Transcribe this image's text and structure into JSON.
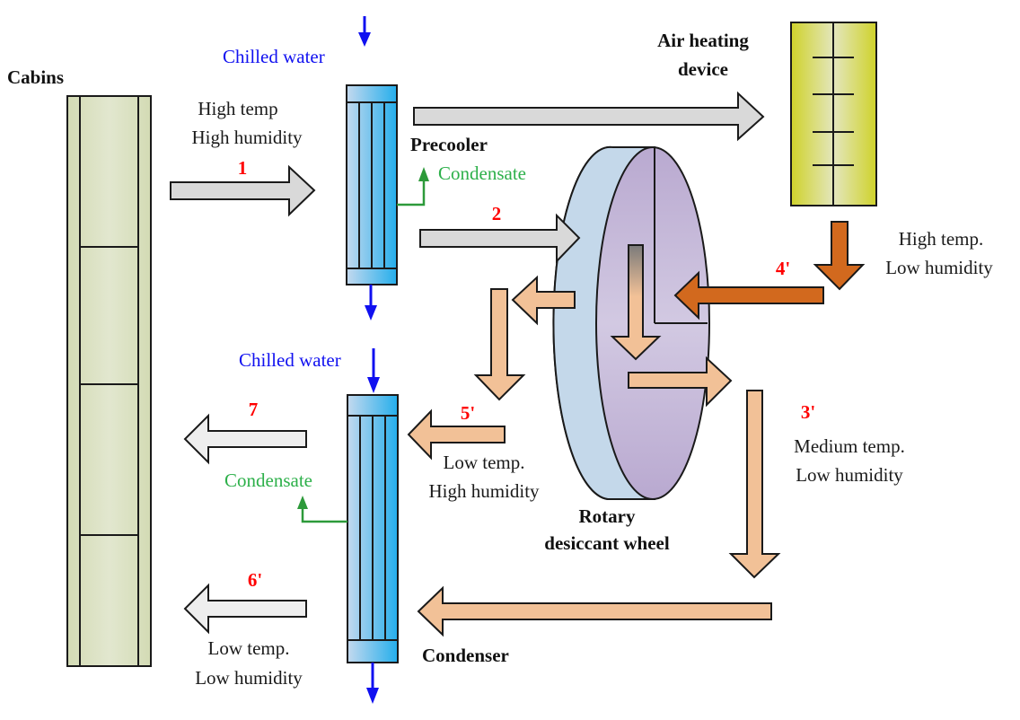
{
  "title": "Rotary desiccant wheel dehumidification system for cabins",
  "components": {
    "cabins": "Cabins",
    "precooler": "Precooler",
    "air_heater_line1": "Air heating",
    "air_heater_line2": "device",
    "wheel_line1": "Rotary",
    "wheel_line2": "desiccant wheel",
    "condenser": "Condenser"
  },
  "utilities": {
    "chilled_water_top": "Chilled water",
    "chilled_water_bottom": "Chilled water",
    "condensate_top": "Condensate",
    "condensate_bottom": "Condensate"
  },
  "streams": [
    {
      "id": "1",
      "line1": "High temp",
      "line2": "High humidity"
    },
    {
      "id": "2",
      "line1": "",
      "line2": ""
    },
    {
      "id": "3'",
      "line1": "Medium temp.",
      "line2": "Low humidity"
    },
    {
      "id": "4'",
      "line1": "High temp.",
      "line2": "Low humidity"
    },
    {
      "id": "5'",
      "line1": "Low temp.",
      "line2": "High humidity"
    },
    {
      "id": "6'",
      "line1": "Low temp.",
      "line2": "Low humidity"
    },
    {
      "id": "7",
      "line1": "",
      "line2": ""
    }
  ],
  "colors": {
    "stream_label": "#ff0000",
    "chilled_water": "#1010f0",
    "condensate": "#2db04a",
    "process_air": "#d9d9d9",
    "regen_hot": "#d2691e",
    "regen_cool": "#f2c197",
    "wheel_face": "#c9bddb",
    "wheel_rim": "#c4d8ea",
    "heater": "#d4d84a",
    "cabin": "#d8e0bd"
  }
}
